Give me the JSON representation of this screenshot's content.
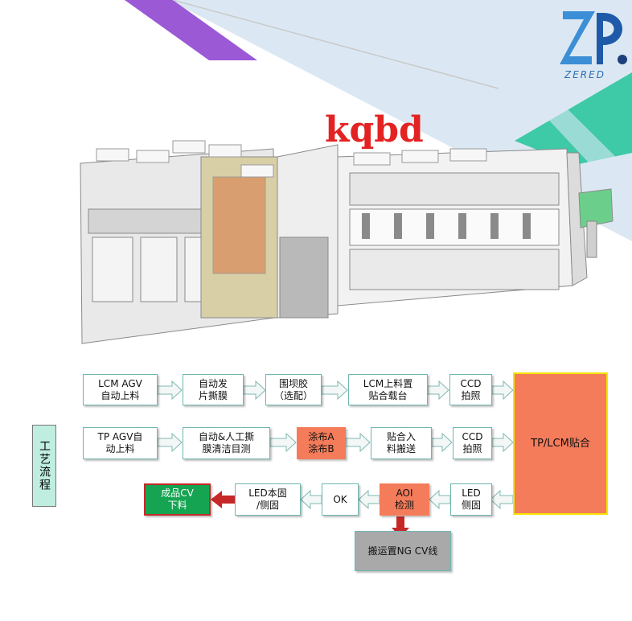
{
  "header": {
    "title": "kqbd",
    "logo_text": "ZERED"
  },
  "colors": {
    "purple": "#9b59d6",
    "teal": "#3ec9a7",
    "orange": "#f47c5a",
    "green": "#15a451",
    "gray": "#a9a9a9"
  },
  "process_label": "工艺流程",
  "flow": {
    "row1": [
      "LCM AGV\n自动上料",
      "自动发\n片撕膜",
      "围坝胶\n（选配）",
      "LCM上料置\n贴合载台",
      "CCD\n拍照"
    ],
    "row2": [
      "TP AGV自\n动上料",
      "自动&人工撕\n膜清洁目测",
      "涂布A\n涂布B",
      "贴合入\n料搬送",
      "CCD\n拍照"
    ],
    "row3": [
      "成品CV\n下料",
      "LED本固\n/侧固",
      "OK",
      "AOI\n检测",
      "LED\n侧固"
    ],
    "center": "TP/LCM贴合",
    "ng": "搬运置NG CV线"
  }
}
